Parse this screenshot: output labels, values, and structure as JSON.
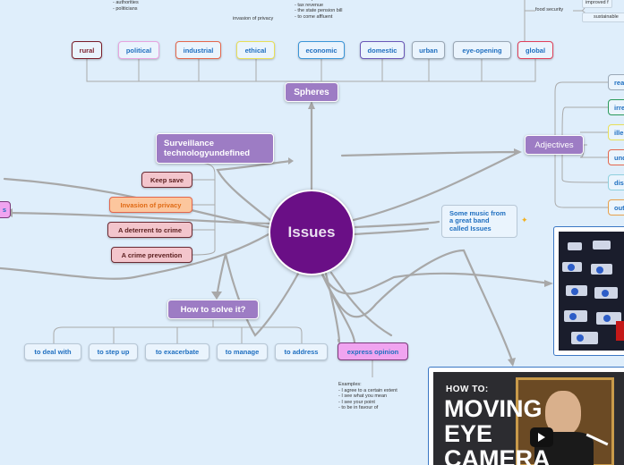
{
  "central": {
    "label": "Issues"
  },
  "spheres": {
    "label": "Spheres",
    "items": [
      {
        "label": "rural"
      },
      {
        "label": "political"
      },
      {
        "label": "industrial"
      },
      {
        "label": "ethical"
      },
      {
        "label": "economic"
      },
      {
        "label": "domestic"
      },
      {
        "label": "urban"
      },
      {
        "label": "eye-opening"
      },
      {
        "label": "global"
      }
    ],
    "notes": {
      "political": "- authorities\n- politicians",
      "ethical": "invasion of privacy",
      "economic": "- start ups\n- tax revenue\n- the state pension bill\n- to come affluent",
      "global_food": "food security",
      "global_improved": "improved f",
      "global_sustainable": "sustainable"
    }
  },
  "surveillance": {
    "label": "Surveillance technologyundefined",
    "items": [
      {
        "label": "Keep save"
      },
      {
        "label": "Invasion of privacy"
      },
      {
        "label": "A deterrent to crime"
      },
      {
        "label": "A crime prevention"
      }
    ],
    "left_stub": "s"
  },
  "how_to_solve": {
    "label": "How to solve it?",
    "items": [
      {
        "label": "to deal with"
      },
      {
        "label": "to step up"
      },
      {
        "label": "to exacerbate"
      },
      {
        "label": "to manage"
      },
      {
        "label": "to address"
      }
    ]
  },
  "express_opinion": {
    "label": "express opinion",
    "examples": "Examples:\n- I agree to a certain extent\n- I see what you mean\n- I see your point\n- to be in favour of"
  },
  "adjectives": {
    "label": "Adjectives",
    "items": [
      {
        "label": "rea"
      },
      {
        "label": "irre"
      },
      {
        "label": "ille"
      },
      {
        "label": "und"
      },
      {
        "label": "dis"
      },
      {
        "label": "out"
      }
    ]
  },
  "music": {
    "label": "Some music from a great band called Issues"
  },
  "video": {
    "label_line1": "HOW TO:",
    "label_line2": "MOVING",
    "label_line3": "EYE",
    "label_line4": "CAMERA"
  },
  "colors": {
    "background": "#dfeefb",
    "central": "#6a0f86",
    "purple_node": "#9d7cc4",
    "connector": "#a3a3a3",
    "text_blue": "#1f6fc0"
  }
}
